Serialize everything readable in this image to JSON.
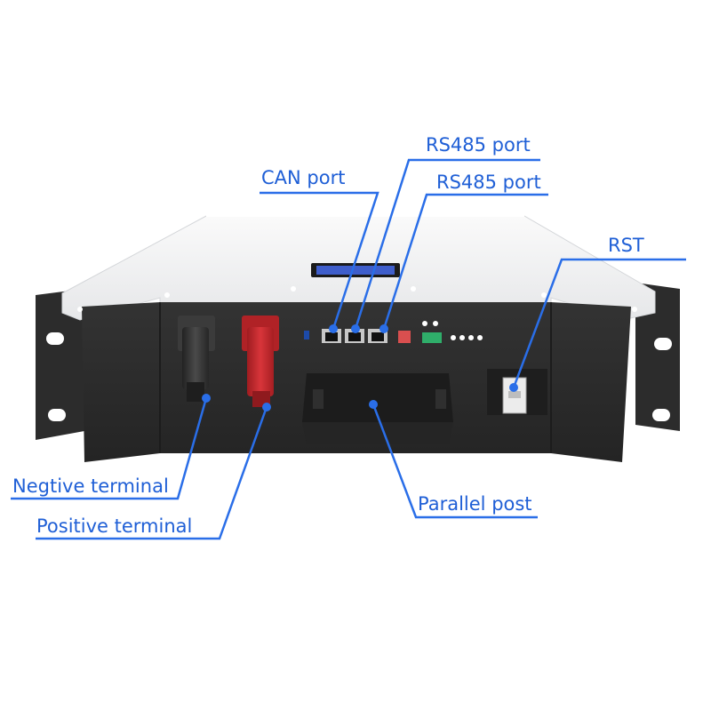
{
  "labels": {
    "can_port": "CAN port",
    "rs485_port_1": "RS485 port",
    "rs485_port_2": "RS485 port",
    "rst": "RST",
    "negative_terminal": "Negtive terminal",
    "positive_terminal": "Positive terminal",
    "parallel_post": "Parallel post"
  },
  "colors": {
    "callout": "#2a6ee8",
    "chassis_white": "#f4f5f6",
    "panel_black": "#2b2b2b",
    "positive": "#c8282c",
    "negative": "#3a3a3a",
    "lcd": "#3f5ecb"
  }
}
